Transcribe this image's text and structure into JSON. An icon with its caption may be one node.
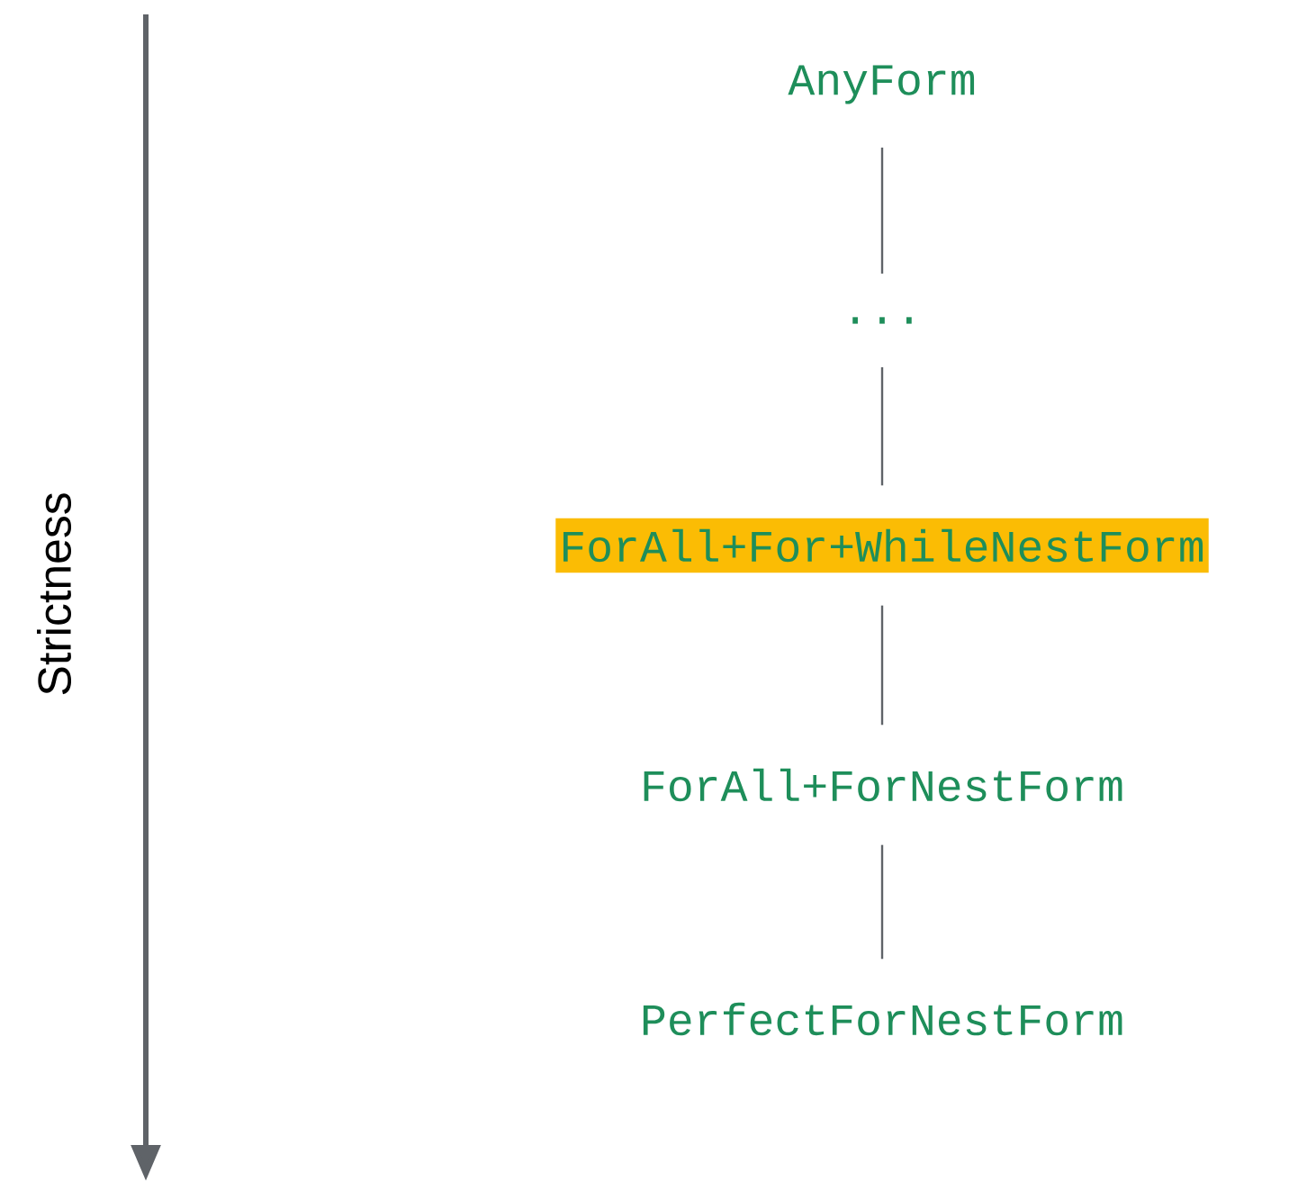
{
  "diagram": {
    "nodes": [
      {
        "text": [
          "AnyForm"
        ]
      },
      {
        "text": [
          "..."
        ]
      },
      {
        "text": [
          "ForAll+For+WhileNestForm"
        ]
      },
      {
        "text": [
          "ForAll+ForNestForm"
        ]
      },
      {
        "text": [
          "PerfectForNestForm"
        ]
      }
    ],
    "edges": [
      {
        "from": 0,
        "to": 1,
        "arrow": "none"
      },
      {
        "from": 1,
        "to": 2,
        "arrow": "none"
      },
      {
        "from": 2,
        "to": 3,
        "arrow": "none"
      },
      {
        "from": 3,
        "to": 4,
        "arrow": "none"
      }
    ],
    "labels": [
      "Strictness"
    ]
  }
}
